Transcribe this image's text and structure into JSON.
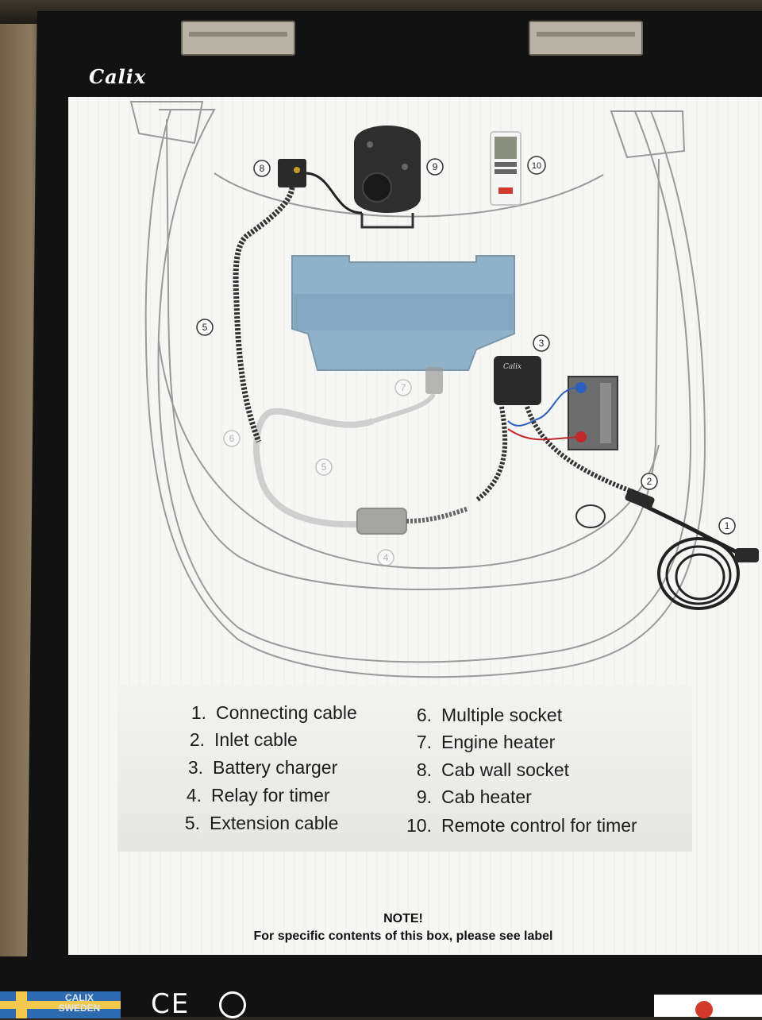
{
  "logo_text": "Calix",
  "callouts": [
    {
      "id": "8",
      "label": "8"
    },
    {
      "id": "9",
      "label": "9"
    },
    {
      "id": "10",
      "label": "10"
    },
    {
      "id": "5",
      "label": "5"
    },
    {
      "id": "3",
      "label": "3"
    },
    {
      "id": "7",
      "label": "7"
    },
    {
      "id": "6",
      "label": "6"
    },
    {
      "id": "5b",
      "label": "5"
    },
    {
      "id": "2",
      "label": "2"
    },
    {
      "id": "1",
      "label": "1"
    },
    {
      "id": "4",
      "label": "4"
    }
  ],
  "legend": {
    "left": [
      {
        "num": "1.",
        "text": "Connecting cable"
      },
      {
        "num": "2.",
        "text": "Inlet cable"
      },
      {
        "num": "3.",
        "text": "Battery charger"
      },
      {
        "num": "4.",
        "text": "Relay for timer"
      },
      {
        "num": "5.",
        "text": "Extension cable"
      }
    ],
    "right": [
      {
        "num": "6.",
        "text": "Multiple socket"
      },
      {
        "num": "7.",
        "text": "Engine heater"
      },
      {
        "num": "8.",
        "text": "Cab wall socket"
      },
      {
        "num": "9.",
        "text": "Cab heater"
      },
      {
        "num": "10.",
        "text": "Remote control for timer"
      }
    ]
  },
  "note": {
    "title": "NOTE!",
    "text": "For specific contents of this box, please see label"
  },
  "footer": {
    "flag_text_1": "CALIX",
    "flag_text_2": "SWEDEN",
    "ce_mark": "CE"
  },
  "colors": {
    "panel_black": "#121212",
    "diagram_line": "#9a9a9a",
    "tank_blue": "#8fb2c9",
    "wire_red": "#c0282b",
    "wire_blue": "#2a5fc0"
  }
}
